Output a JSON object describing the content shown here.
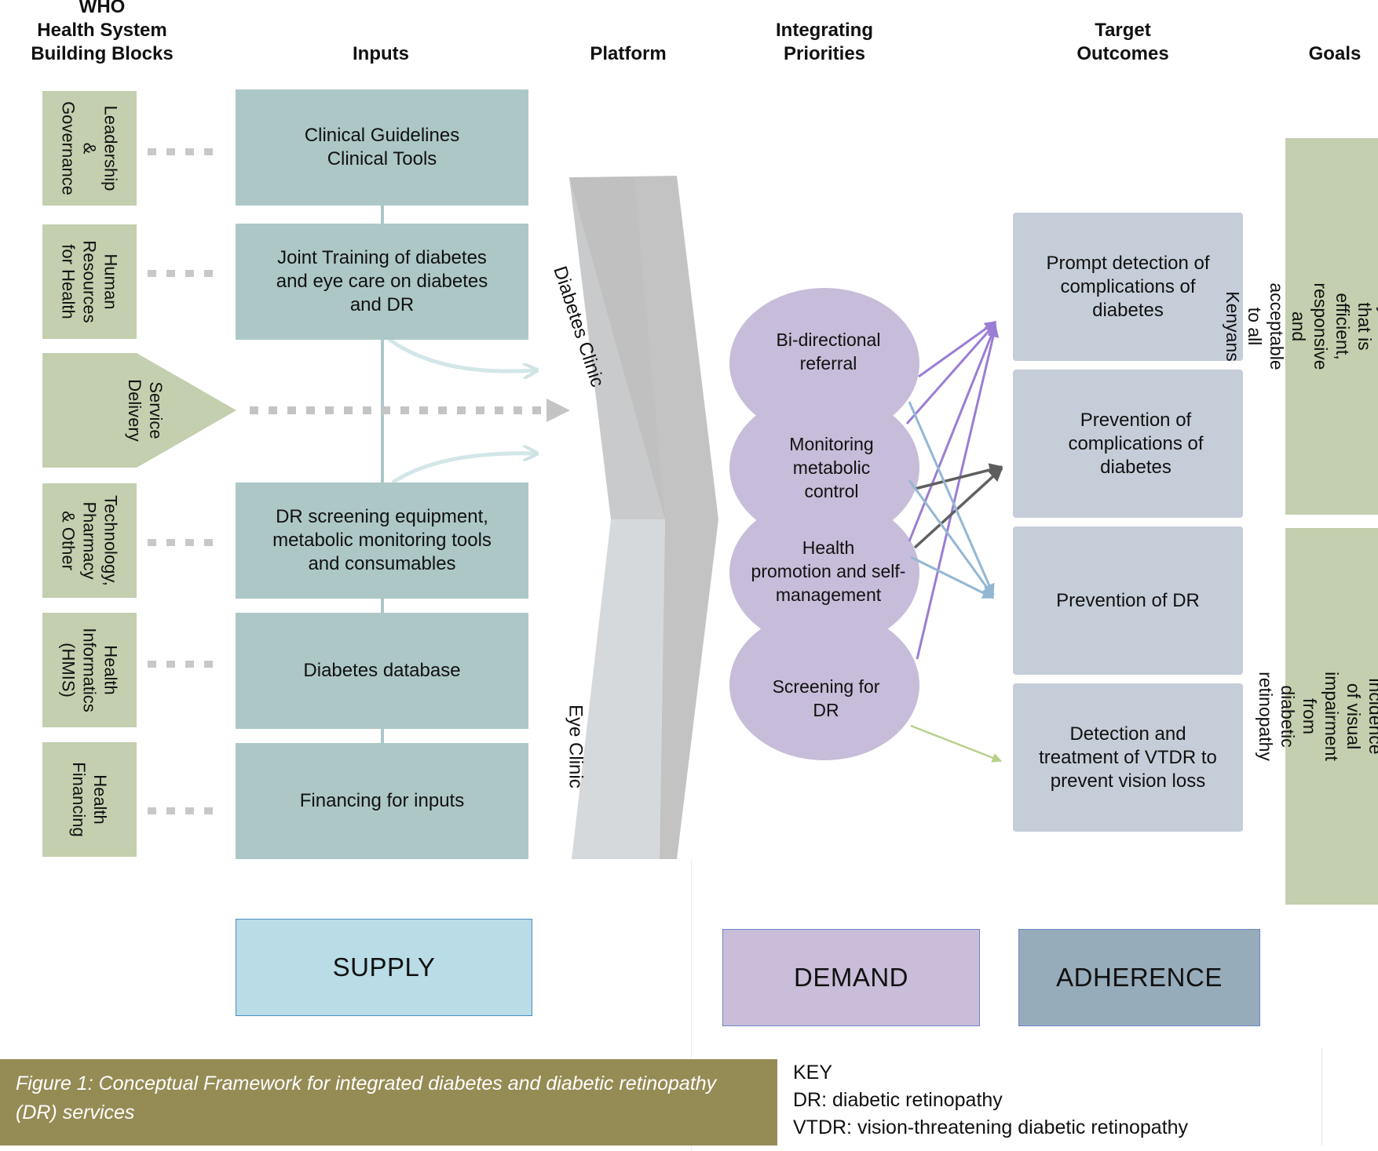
{
  "headers": {
    "building_blocks": "WHO\nHealth System\nBuilding Blocks",
    "inputs": "Inputs",
    "platform": "Platform",
    "integrating_priorities": "Integrating\nPriorities",
    "target_outcomes": "Target\nOutcomes",
    "goals": "Goals"
  },
  "building_blocks": [
    "Leadership\n&\nGovernance",
    "Human\nResources\nfor Health",
    "Service\nDelivery",
    "Technology,\nPharmacy\n& Other",
    "Health\nInformatics\n(HMIS)",
    "Health\nFinancing"
  ],
  "inputs": [
    "Clinical Guidelines\nClinical Tools",
    "Joint Training of diabetes\nand eye care on diabetes\nand DR",
    "DR screening equipment,\nmetabolic monitoring tools\nand consumables",
    "Diabetes database",
    "Financing for inputs"
  ],
  "platform": {
    "top_label": "Diabetes Clinic",
    "bottom_label": "Eye Clinic"
  },
  "priorities": [
    "Bi-directional\nreferral",
    "Monitoring\nmetabolic\ncontrol",
    "Health\npromotion and self-\nmanagement",
    "Screening for\nDR"
  ],
  "outcomes": [
    "Prompt detection of\ncomplications of\ndiabetes",
    "Prevention of\ncomplications of\ndiabetes",
    "Prevention of DR",
    "Detection and\ntreatment of VTDR to\nprevent vision loss"
  ],
  "goals": [
    "A diabetes care system that is efficient,\nresponsive and acceptable to all\nKenyans",
    "Reduce incidence of visual impairment\nfrom diabetic retinopathy"
  ],
  "legend": {
    "supply": "SUPPLY",
    "demand": "DEMAND",
    "adherence": "ADHERENCE"
  },
  "caption": "Figure 1: Conceptual Framework for integrated diabetes and diabetic retinopathy (DR) services",
  "key": {
    "title": "KEY",
    "items": [
      "DR: diabetic retinopathy",
      "VTDR: vision-threatening diabetic retinopathy"
    ]
  },
  "colors": {
    "building_block": "#c3cfae",
    "input": "#adc7c7",
    "priority_circle": "#c7bcd9",
    "outcome": "#c5ced8",
    "arrow_purple": "#9a7ed4",
    "arrow_blue": "#93b7d3",
    "arrow_gray": "#606060",
    "arrow_green": "#b8d08a",
    "caption_bg": "#958b54"
  }
}
